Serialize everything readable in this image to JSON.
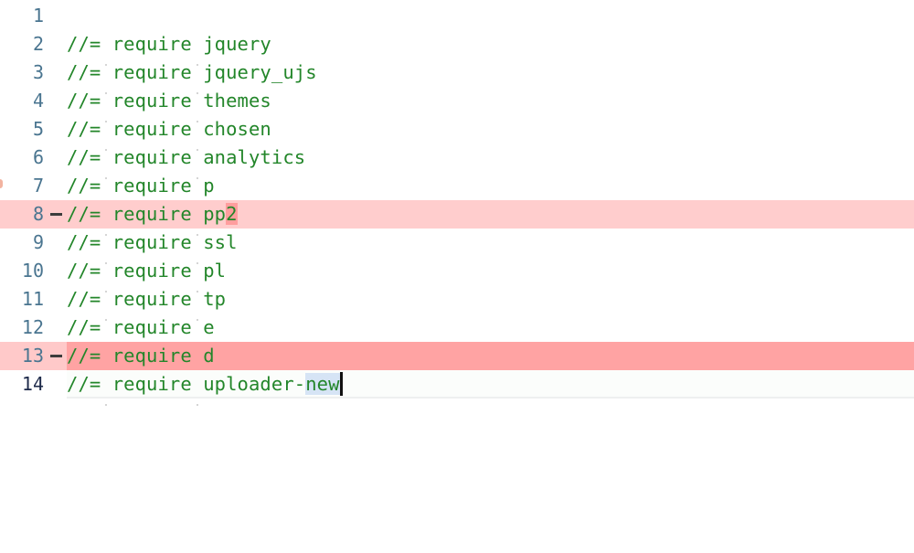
{
  "editor": {
    "lines": [
      {
        "number": "1",
        "prefix": "",
        "keyword": "",
        "arg": ""
      },
      {
        "number": "2",
        "prefix": "//=",
        "keyword": "require",
        "arg": "jquery"
      },
      {
        "number": "3",
        "prefix": "//=",
        "keyword": "require",
        "arg": "jquery_ujs"
      },
      {
        "number": "4",
        "prefix": "//=",
        "keyword": "require",
        "arg": "themes"
      },
      {
        "number": "5",
        "prefix": "//=",
        "keyword": "require",
        "arg": "chosen"
      },
      {
        "number": "6",
        "prefix": "//=",
        "keyword": "require",
        "arg": "analytics"
      },
      {
        "number": "7",
        "prefix": "//=",
        "keyword": "require",
        "arg": "p"
      },
      {
        "number": "8",
        "prefix": "//=",
        "keyword": "require",
        "arg": "pp",
        "arg_changed": "2",
        "status": "deleted"
      },
      {
        "number": "9",
        "prefix": "//=",
        "keyword": "require",
        "arg": "ssl"
      },
      {
        "number": "10",
        "prefix": "//=",
        "keyword": "require",
        "arg": "pl"
      },
      {
        "number": "11",
        "prefix": "//=",
        "keyword": "require",
        "arg": "tp"
      },
      {
        "number": "12",
        "prefix": "//=",
        "keyword": "require",
        "arg": "e"
      },
      {
        "number": "13",
        "prefix": "//=",
        "keyword": "require",
        "arg": "d",
        "status": "deleted"
      },
      {
        "number": "14",
        "prefix": "//=",
        "keyword": "require",
        "arg": "uploader-",
        "arg_selected": "new",
        "status": "current"
      }
    ],
    "deleted_marker": "-"
  },
  "colors": {
    "code_text": "#23862a",
    "line_number": "#4a7590",
    "current_line_number": "#1e2a4a",
    "deleted_line_light": "#ffcdcd",
    "deleted_line_strong": "#ffa3a3",
    "selection": "#d6e4f5"
  }
}
